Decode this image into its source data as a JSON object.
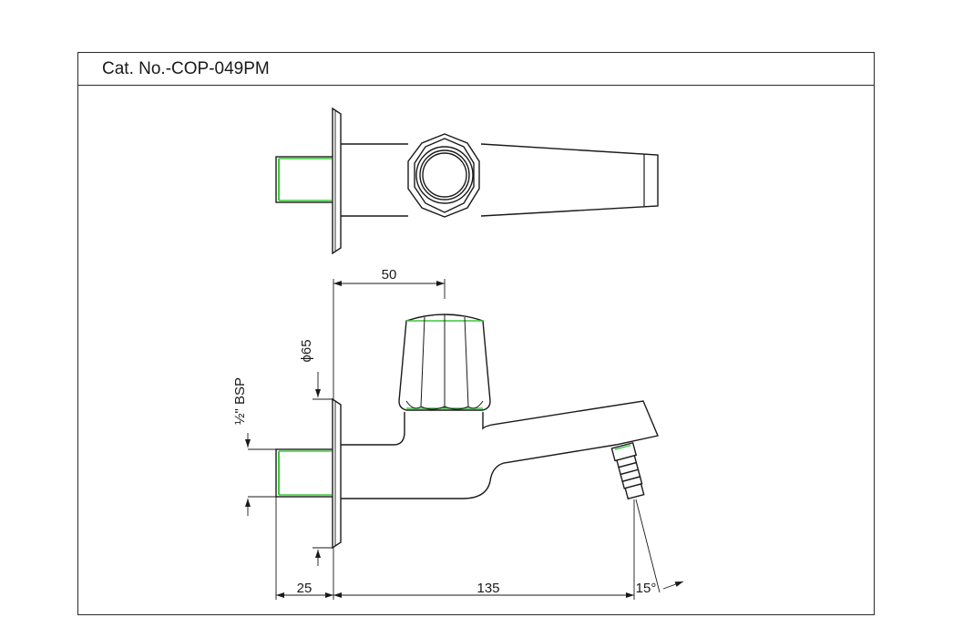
{
  "title": "Cat. No.-COP-049PM",
  "dimensions": {
    "d50": "50",
    "phi65": "ϕ65",
    "bsp": "½\" BSP",
    "d25": "25",
    "d135": "135",
    "angle": "15°"
  },
  "colors": {
    "line": "#1a1a1a",
    "thread_highlight": "#3cc83c",
    "frame": "#2a2a2a"
  }
}
